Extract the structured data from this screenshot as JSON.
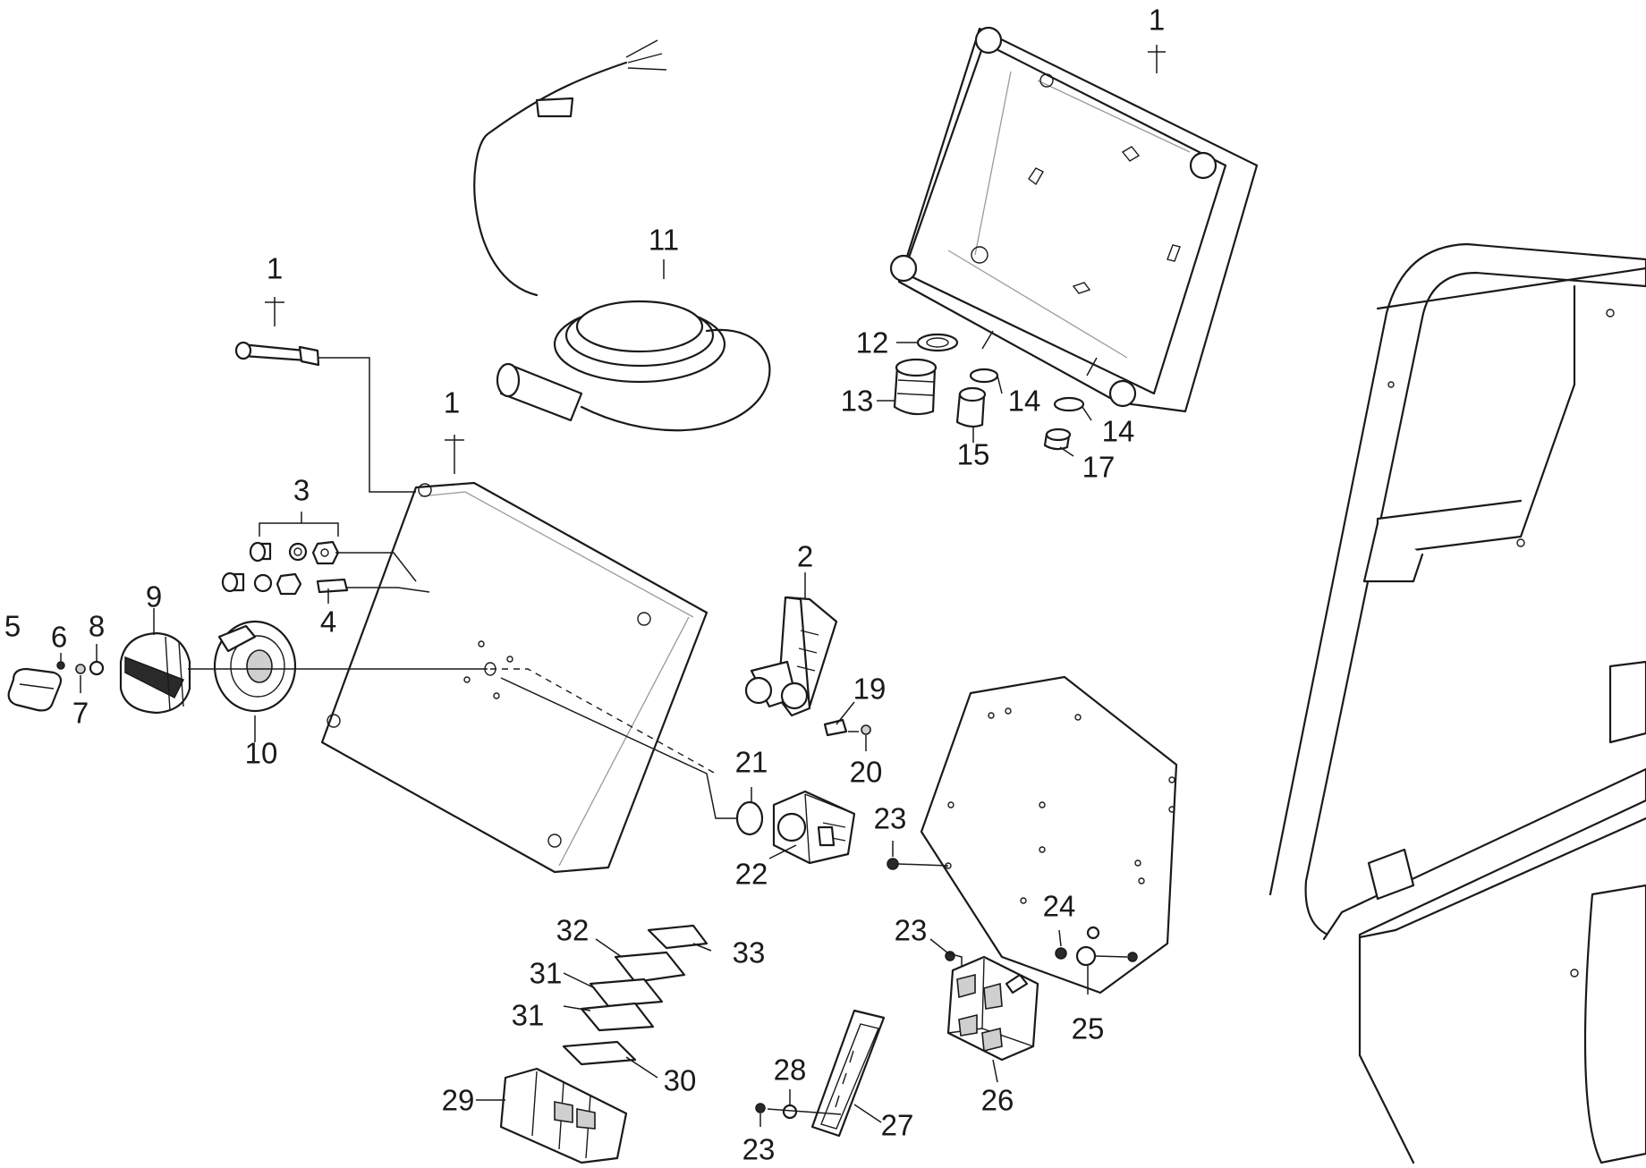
{
  "labels": [
    {
      "id": "l1a",
      "text": "1"
    },
    {
      "id": "l1b",
      "text": "1"
    },
    {
      "id": "l1c",
      "text": "1"
    },
    {
      "id": "l2",
      "text": "2"
    },
    {
      "id": "l3",
      "text": "3"
    },
    {
      "id": "l4",
      "text": "4"
    },
    {
      "id": "l5",
      "text": "5"
    },
    {
      "id": "l6",
      "text": "6"
    },
    {
      "id": "l7",
      "text": "7"
    },
    {
      "id": "l8",
      "text": "8"
    },
    {
      "id": "l9",
      "text": "9"
    },
    {
      "id": "l10",
      "text": "10"
    },
    {
      "id": "l11",
      "text": "11"
    },
    {
      "id": "l12",
      "text": "12"
    },
    {
      "id": "l13",
      "text": "13"
    },
    {
      "id": "l14a",
      "text": "14"
    },
    {
      "id": "l14b",
      "text": "14"
    },
    {
      "id": "l15",
      "text": "15"
    },
    {
      "id": "l17",
      "text": "17"
    },
    {
      "id": "l19",
      "text": "19"
    },
    {
      "id": "l20",
      "text": "20"
    },
    {
      "id": "l21",
      "text": "21"
    },
    {
      "id": "l22",
      "text": "22"
    },
    {
      "id": "l23a",
      "text": "23"
    },
    {
      "id": "l23b",
      "text": "23"
    },
    {
      "id": "l23c",
      "text": "23"
    },
    {
      "id": "l24",
      "text": "24"
    },
    {
      "id": "l25",
      "text": "25"
    },
    {
      "id": "l26",
      "text": "26"
    },
    {
      "id": "l27",
      "text": "27"
    },
    {
      "id": "l28",
      "text": "28"
    },
    {
      "id": "l29",
      "text": "29"
    },
    {
      "id": "l30",
      "text": "30"
    },
    {
      "id": "l31a",
      "text": "31"
    },
    {
      "id": "l31b",
      "text": "31"
    },
    {
      "id": "l32",
      "text": "32"
    },
    {
      "id": "l33",
      "text": "33"
    }
  ]
}
